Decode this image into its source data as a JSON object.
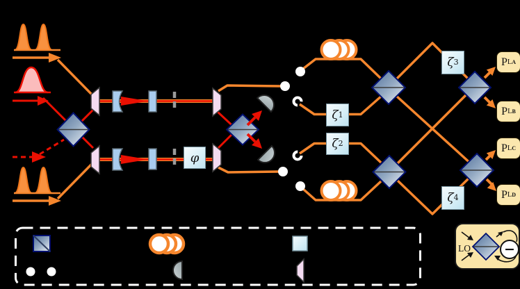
{
  "labels": {
    "phi": "φ",
    "zeta": [
      {
        "base": "ζ",
        "sub": "1"
      },
      {
        "base": "ζ",
        "sub": "2"
      },
      {
        "base": "ζ",
        "sub": "3"
      },
      {
        "base": "ζ",
        "sub": "4"
      }
    ],
    "outputs": [
      {
        "base": "P",
        "sub": "L",
        "subsub": "A"
      },
      {
        "base": "P",
        "sub": "L",
        "subsub": "B"
      },
      {
        "base": "P",
        "sub": "L",
        "subsub": "C"
      },
      {
        "base": "P",
        "sub": "L",
        "subsub": "D"
      }
    ],
    "lo": "LO",
    "minus": "−"
  },
  "icons": {
    "beam_splitter": "gradient-diamond-with-midline",
    "mirror": "pink-trapezoid",
    "cavity_coupler": "blue-block-concave-face",
    "aperture": "gray-dashed-bar",
    "phase_box": "light-blue-square",
    "fiber_coupler_port": "white-dot",
    "fiber_open_port": "white-open-circle",
    "fiber_delay_loop": "three-orange-circles",
    "homodyne_detector": "gray-half-disc",
    "balanced_subtraction": "circle-with-minus",
    "pump_pulse_pair": "double-orange-gaussian",
    "signal_pulse": "single-red-gaussian",
    "vacuum_input": "dashed-red-arrow"
  },
  "colors": {
    "background": "#000000",
    "pump_orange": "#f5862d",
    "signal_red": "#ea1002",
    "pulse_pink_fill": "#fbbcbc",
    "mirror_pink": "#f4dbf1",
    "optic_blue": "#a9ccee",
    "phase_box_blue": "#cfeaf5",
    "beamsplitter_dark": "#4e6e9a",
    "beamsplitter_light": "#edf2f7",
    "output_box_yellow": "#fbe7ae",
    "detector_gray": "#aeb9bc",
    "legend_border": "#ffffff"
  }
}
